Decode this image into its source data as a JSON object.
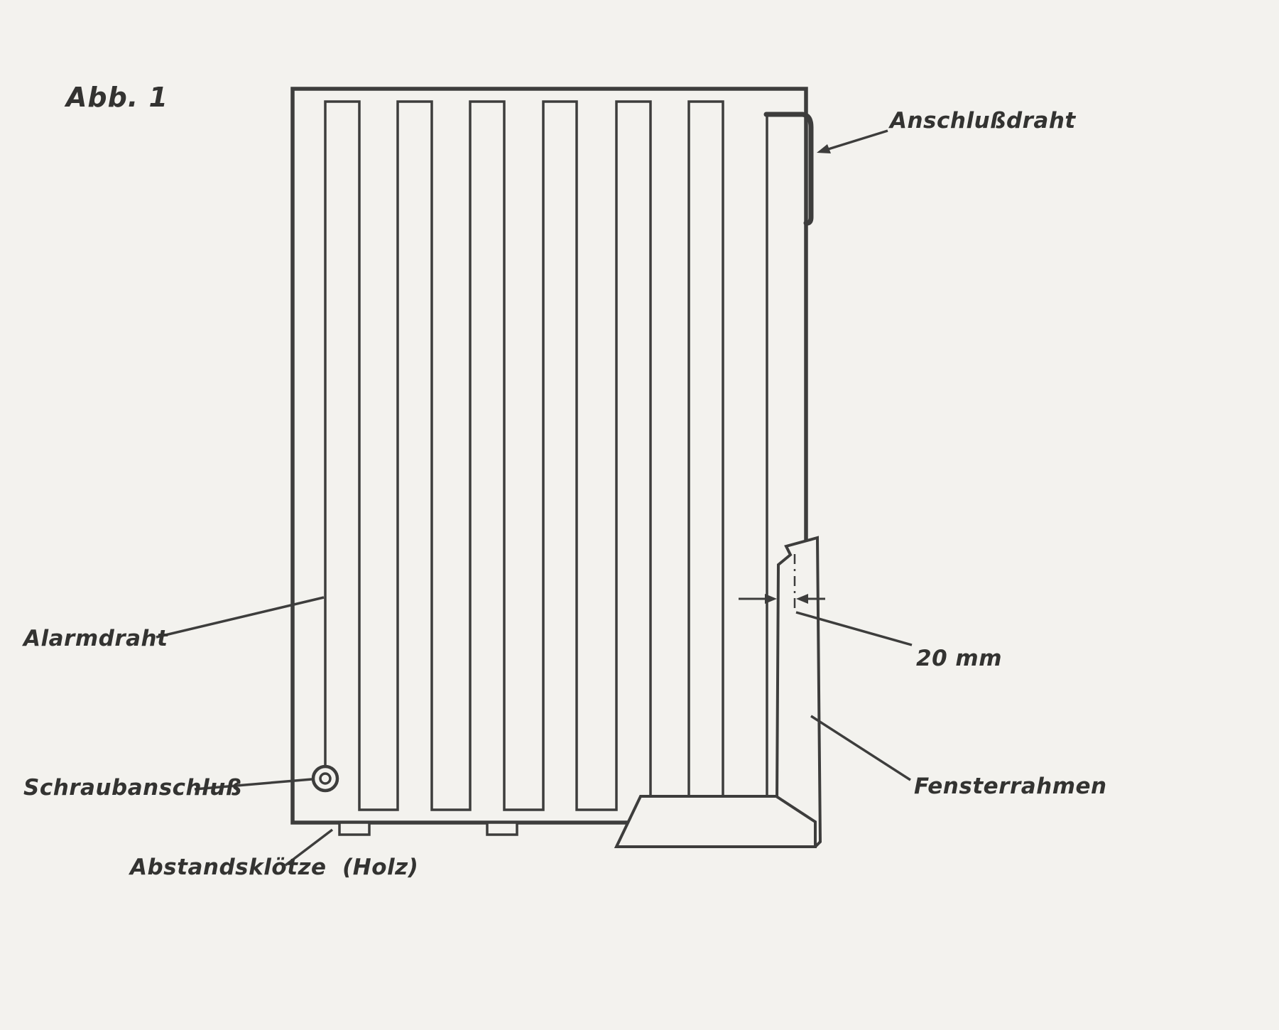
{
  "figure": {
    "title": "Abb. 1",
    "labels": {
      "anschlussdraht": "Anschlußdraht",
      "alarmdraht": "Alarmdraht",
      "schraubanschluss": "Schraubanschluß",
      "abstandskloetze": "Abstandsklötze  (Holz)",
      "fensterrahmen": "Fensterrahmen",
      "dimension_20mm": "20 mm"
    },
    "colors": {
      "ink": "#3d3d3c",
      "paper": "#f3f2ee"
    }
  }
}
